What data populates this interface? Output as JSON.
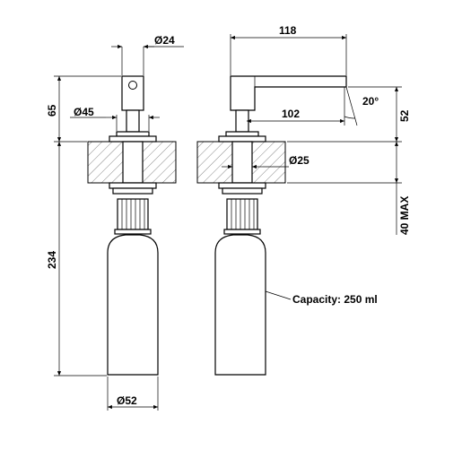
{
  "dimensions": {
    "nozzle_diameter": "24",
    "spout_length": "118",
    "spout_reach": "102",
    "spout_angle": "20°",
    "collar_diameter": "45",
    "shank_diameter": "25",
    "bottle_diameter": "52",
    "upper_height_left": "65",
    "upper_height_right": "52",
    "total_height": "234",
    "countertop_max": "40 MAX"
  },
  "labels": {
    "capacity": "Capacity: 250 ml"
  },
  "colors": {
    "line": "#000000",
    "hatch": "#888888",
    "background": "#ffffff"
  }
}
